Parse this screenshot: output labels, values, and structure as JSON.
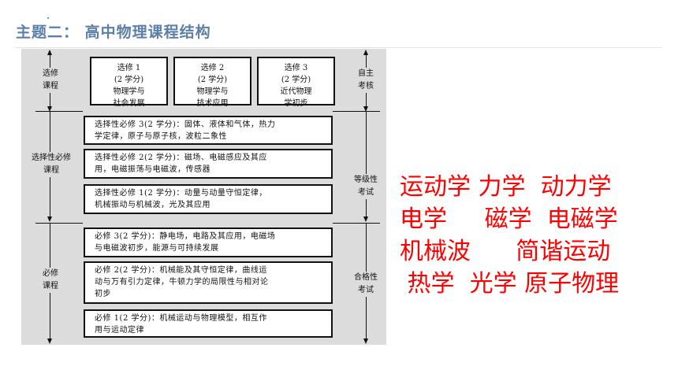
{
  "title": "主题二： 高中物理课程结构",
  "diagram": {
    "left_labels": {
      "elective": [
        "选修",
        "课程"
      ],
      "selective_required": [
        "选择性必修",
        "课程"
      ],
      "required": [
        "必修",
        "课程"
      ]
    },
    "right_labels": {
      "self_assessment": [
        "自主",
        "考核"
      ],
      "graded_exam": [
        "等级性",
        "考试"
      ],
      "qualification_exam": [
        "合格性",
        "考试"
      ]
    },
    "elective_boxes": [
      [
        "选修 1",
        "(2 学分)",
        "物理学与",
        "社会发展"
      ],
      [
        "选修 2",
        "(2 学分)",
        "物理学与",
        "技术应用"
      ],
      [
        "选修 3",
        "(2 学分)",
        "近代物理",
        "学初步"
      ]
    ],
    "selective_required_boxes": [
      [
        "选择性必修 3(2 学分)：固体、液体和气体，热力",
        "学定律，原子与原子核，波粒二象性"
      ],
      [
        "选择性必修 2(2 学分)：磁场、电磁感应及其应",
        "用，电磁振荡与电磁波，传感器"
      ],
      [
        "选择性必修 1(2 学分)：动量与动量守恒定律，",
        "机械振动与机械波，光及其应用"
      ]
    ],
    "required_boxes": [
      [
        "必修 3(2 学分)：静电场，电路及其应用，电磁场",
        "与电磁波初步，能源与可持续发展"
      ],
      [
        "必修 2(2 学分)：机械能及其守恒定律，曲线运",
        "动与万有引力定律，牛顿力学的局限性与相对论",
        "初步"
      ],
      [
        "必修 1(2 学分)：机械运动与物理模型，相互作",
        "用与运动定律"
      ]
    ]
  },
  "notes": [
    "运动学 力学  动力学",
    "电学     磁学  电磁学",
    "机械波      简谐运动",
    " 热学  光学 原子物理"
  ]
}
